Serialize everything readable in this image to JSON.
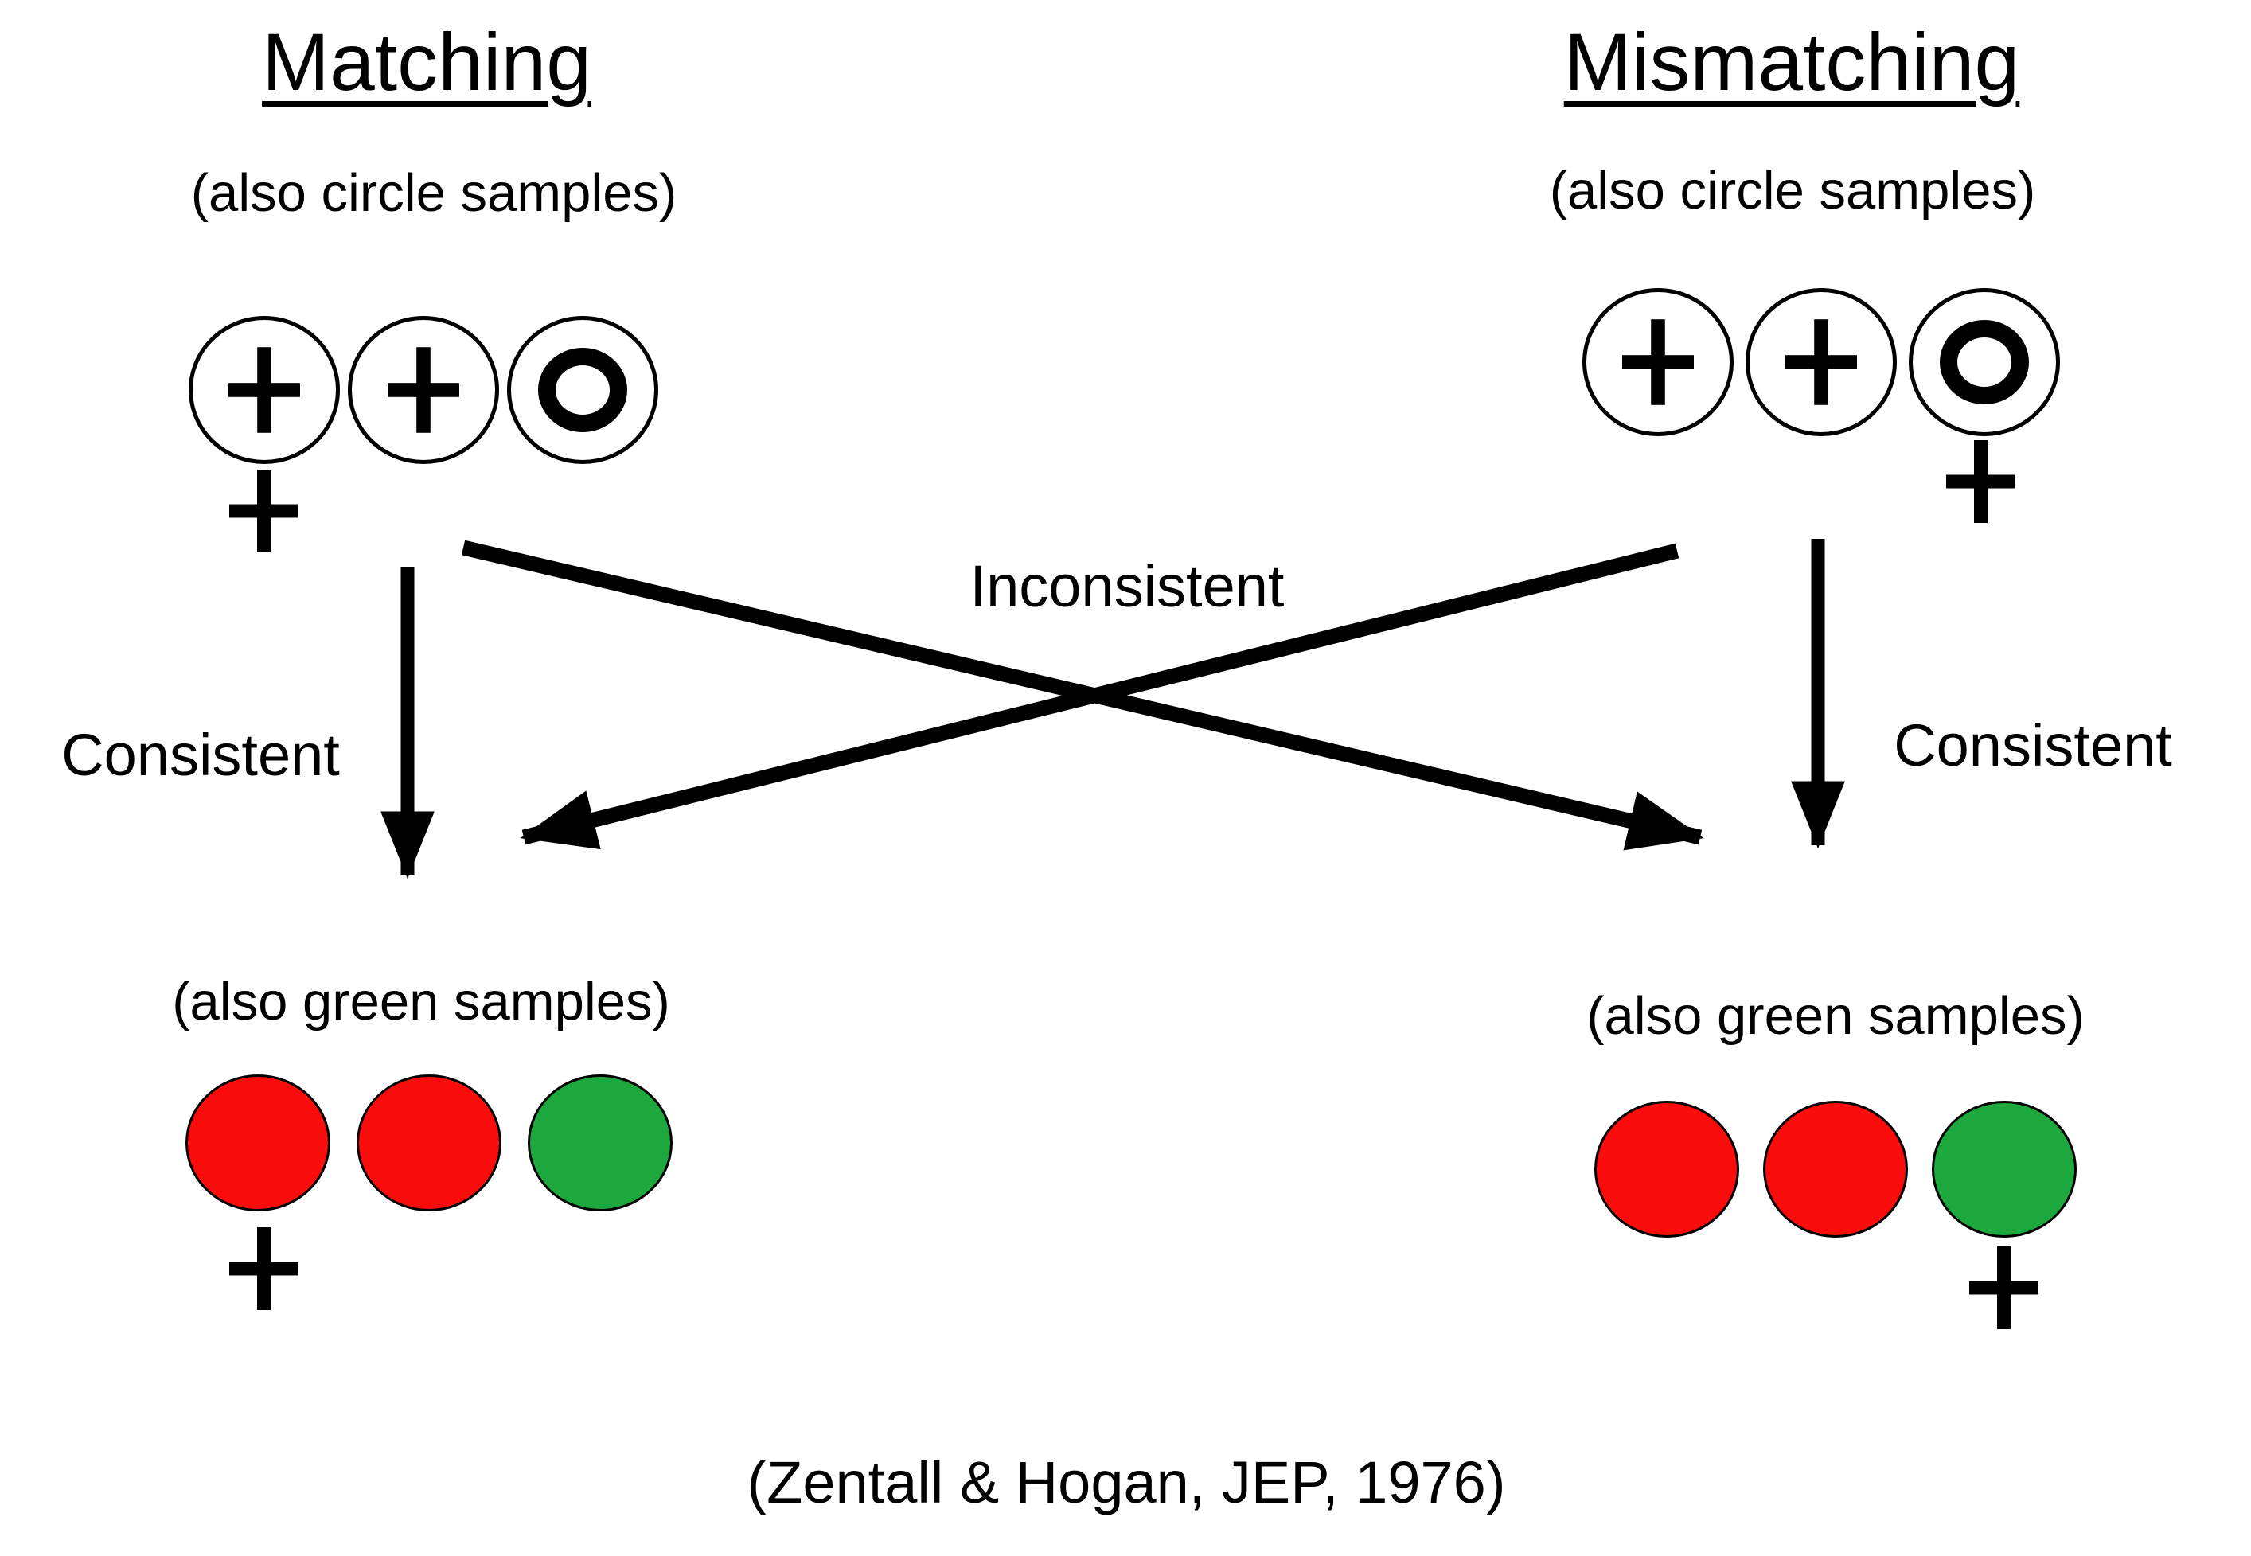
{
  "diagram": {
    "matching": {
      "title": "Matching",
      "subtitle": "(also circle samples)",
      "top_samples": [
        "plus",
        "plus",
        "ring"
      ],
      "top_comparison": "plus",
      "bottom_caption": "(also green samples)",
      "bottom_samples": [
        "red",
        "red",
        "green"
      ],
      "bottom_comparison": "plus"
    },
    "mismatching": {
      "title": "Mismatching",
      "subtitle": "(also circle samples)",
      "top_samples": [
        "plus",
        "plus",
        "ring"
      ],
      "top_comparison": "plus",
      "bottom_caption": "(also green samples)",
      "bottom_samples": [
        "red",
        "red",
        "green"
      ],
      "bottom_comparison": "plus"
    },
    "relations": {
      "consistent_left": "Consistent",
      "consistent_right": "Consistent",
      "inconsistent": "Inconsistent"
    },
    "citation": "(Zentall & Hogan, JEP, 1976)"
  },
  "colors": {
    "red": "#FB0C0C",
    "green": "#1CA83C",
    "ink": "#000000"
  }
}
